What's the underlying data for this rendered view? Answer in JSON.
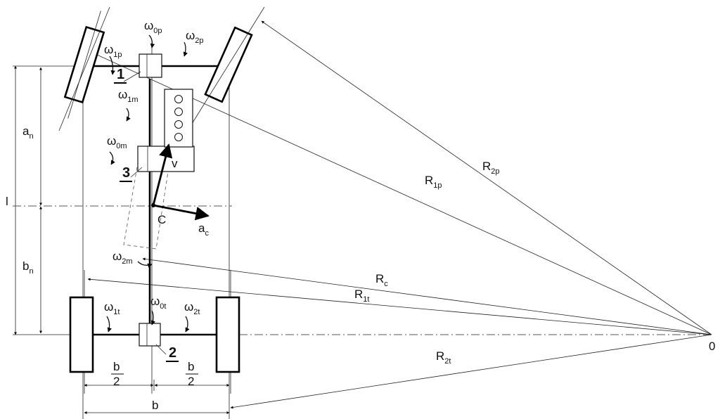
{
  "diagram": {
    "omega_1p": {
      "base": "ω",
      "sub": "1p"
    },
    "omega_0p": {
      "base": "ω",
      "sub": "0p"
    },
    "omega_2p": {
      "base": "ω",
      "sub": "2p"
    },
    "omega_1m": {
      "base": "ω",
      "sub": "1m"
    },
    "omega_0m": {
      "base": "ω",
      "sub": "0m"
    },
    "omega_2m": {
      "base": "ω",
      "sub": "2m"
    },
    "omega_1t": {
      "base": "ω",
      "sub": "1t"
    },
    "omega_0t": {
      "base": "ω",
      "sub": "0t"
    },
    "omega_2t": {
      "base": "ω",
      "sub": "2t"
    },
    "num_1": "1",
    "num_2": "2",
    "num_3": "3",
    "a_n": {
      "base": "a",
      "sub": "n"
    },
    "b_n": {
      "base": "b",
      "sub": "n"
    },
    "l": "l",
    "v": "v",
    "C": "C",
    "a_c": {
      "base": "a",
      "sub": "c"
    },
    "R_1p": {
      "base": "R",
      "sub": "1p"
    },
    "R_2p": {
      "base": "R",
      "sub": "2p"
    },
    "R_c": {
      "base": "R",
      "sub": "c"
    },
    "R_1t": {
      "base": "R",
      "sub": "1t"
    },
    "R_2t": {
      "base": "R",
      "sub": "2t"
    },
    "b_half_left": {
      "num": "b",
      "den": "2"
    },
    "b_half_right": {
      "num": "b",
      "den": "2"
    },
    "b": "b",
    "origin": "0"
  }
}
